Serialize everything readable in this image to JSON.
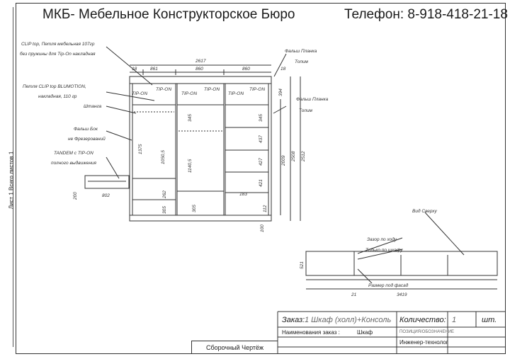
{
  "header": {
    "company": "МКБ-  Мебельное Конструкторское Бюро",
    "phone": "Телефон: 8-918-418-21-18"
  },
  "side_strip": {
    "text": "Лист 1 Всего листов 1"
  },
  "callouts": {
    "hinge_top": "CLIP top, Петля мебельная 107гр",
    "hinge_top_2": "без пружины для Tip-On накладная",
    "hinge_blum": "Петля CLIP top BLUMOTION,",
    "hinge_blum_2": "накладная, 110 гр",
    "rod": "Штанга",
    "false_side": "Фальш Бок",
    "false_side_2": "не Фрезерований",
    "tandem": "TANDEM с TIP-ON",
    "tandem_2": "полного выдвижения",
    "false_plank_top": "Фальш Планка",
    "false_plank_top_2": "Топим",
    "false_plank_mid": "Фальш Планка",
    "false_plank_mid_2": "Топим",
    "view_top": "Вид Сверху",
    "gap_door": "Зазор по ходу",
    "only_cab": "Только по шкафу",
    "facade_size": "Размер под фасад"
  },
  "dimensions": {
    "overall_width": "2617",
    "seg_18": "18",
    "seg_861": "861",
    "seg_860a": "860",
    "seg_860b": "860",
    "right_18": "18",
    "tipon": "TIP-ON",
    "d_394": "394",
    "d_345a": "345",
    "d_345b": "345",
    "d_437": "437",
    "d_427": "427",
    "d_421": "421",
    "d_1375": "1375",
    "d_1050": "1050,5",
    "d_1140": "1140,5",
    "d_2009": "2009",
    "d_2508": "2508",
    "d_2512": "2512",
    "d_262": "262",
    "d_305a": "305",
    "d_305b": "305",
    "d_183": "183",
    "d_112": "112",
    "d_100": "100",
    "d_200": "200",
    "d_802": "802",
    "d_521": "521",
    "d_21": "21",
    "d_3419": "3419"
  },
  "title_block": {
    "order_label": "Заказ:",
    "order_value": "1 Шкаф (холл)+Консоль",
    "qty_label": "Количество:",
    "qty_value": "1",
    "qty_unit": "шт.",
    "order_name_label": "Наименования заказ :",
    "order_name_value": "Шкаф",
    "position_label": "ПОЗИЦИЯ/ОБОЗНАЧЕНИЕ",
    "engineer_label": "Инженер-технолог",
    "footer_title": "Сборочный Чертёж"
  }
}
